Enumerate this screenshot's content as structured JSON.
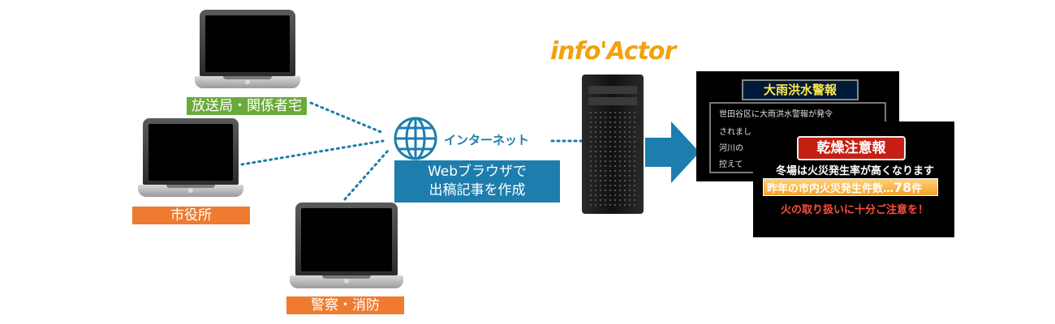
{
  "nodes": {
    "broadcast": "放送局・関係者宅",
    "city_office": "市役所",
    "police_fire": "警察・消防"
  },
  "internet": {
    "label": "インターネット",
    "browser_note_line1": "Webブラウザで",
    "browser_note_line2": "出稿記事を作成"
  },
  "product": {
    "brand": "info'Actor"
  },
  "screens": {
    "warning": {
      "title": "大雨洪水警報",
      "lines": [
        "世田谷区に大雨洪水警報が発令",
        "されまし",
        "河川の",
        "控えて"
      ]
    },
    "caution": {
      "title": "乾燥注意報",
      "line1": "冬場は火災発生率が高くなります",
      "bar_prefix": "昨年の市内火災発生件数…",
      "bar_number": "78",
      "bar_unit": "件",
      "line3": "火の取り扱いに十分ご注意を！"
    }
  },
  "colors": {
    "green_label": "#6aaa3a",
    "orange_label": "#ee7b30",
    "accent_blue": "#1d7dad",
    "brand_orange": "#f2a20e",
    "arrow_blue": "#1d7dad"
  }
}
